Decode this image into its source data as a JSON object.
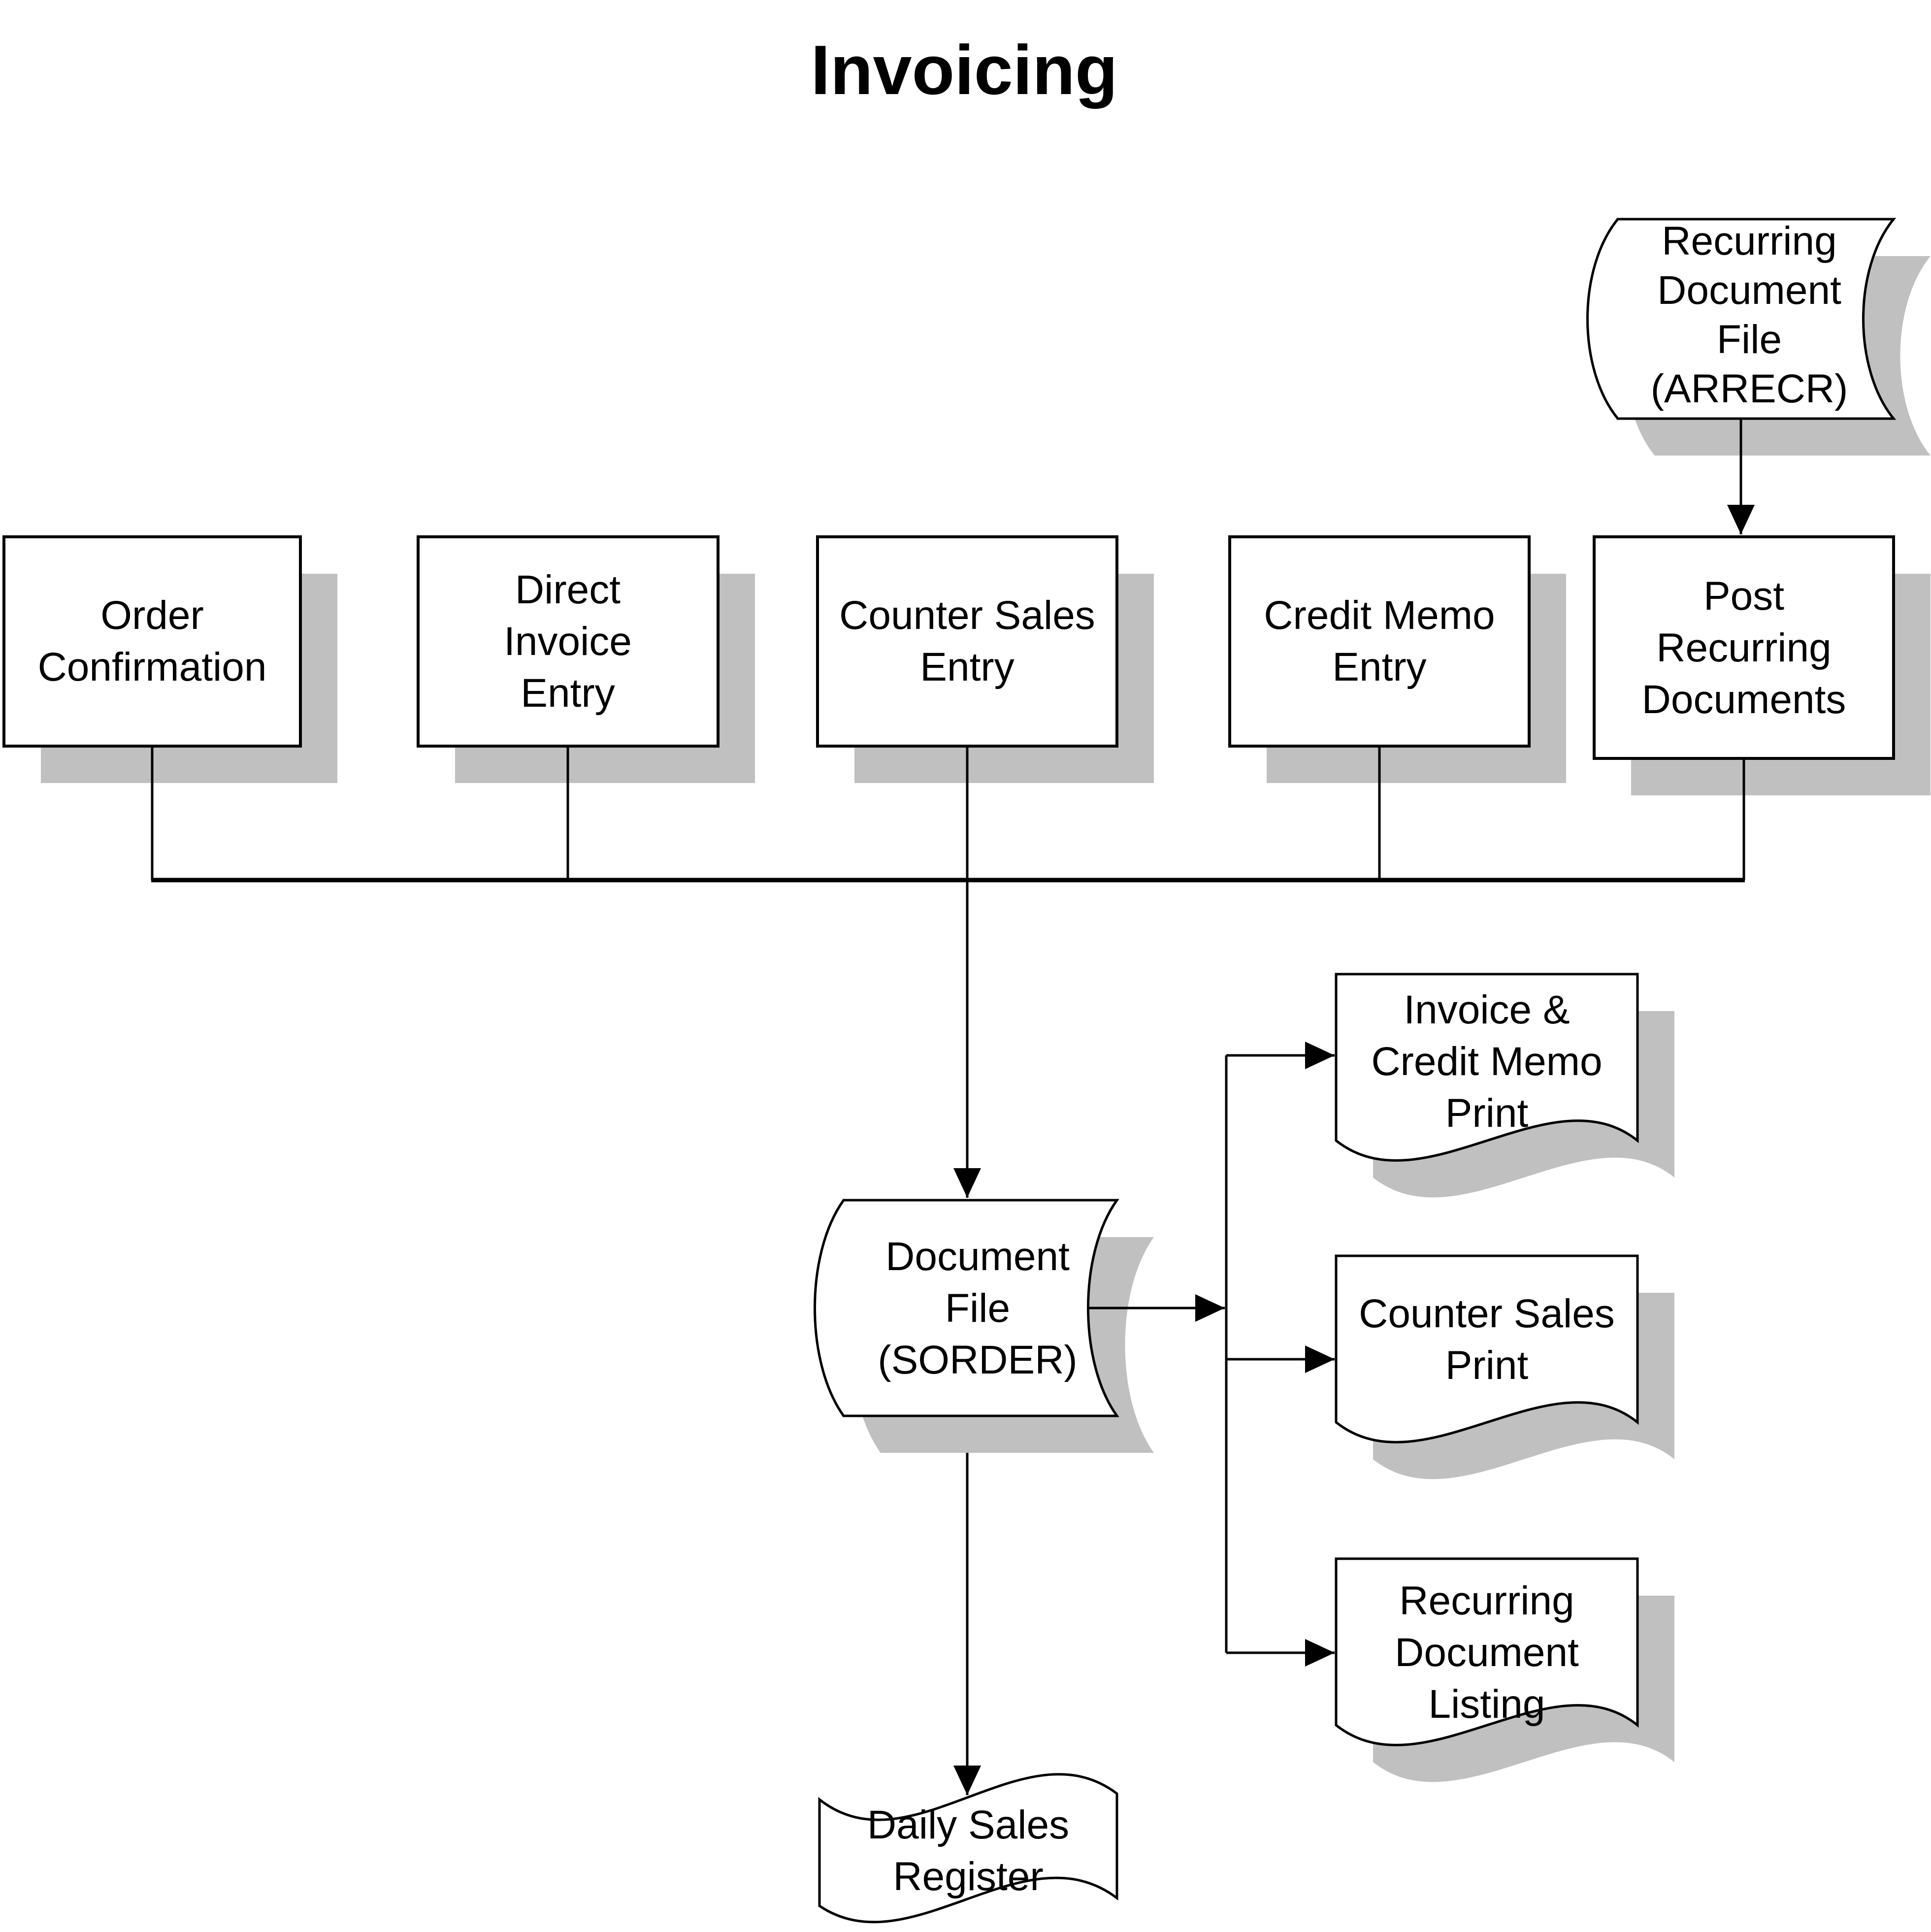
{
  "title": "Invoicing",
  "nodes": {
    "arrecr": {
      "label": "Recurring\nDocument\nFile\n(ARRECR)",
      "shape": "stored-data"
    },
    "order_confirmation": {
      "label": "Order\nConfirmation",
      "shape": "process"
    },
    "direct_invoice_entry": {
      "label": "Direct\nInvoice\nEntry",
      "shape": "process"
    },
    "counter_sales_entry": {
      "label": "Counter Sales\nEntry",
      "shape": "process"
    },
    "credit_memo_entry": {
      "label": "Credit Memo\nEntry",
      "shape": "process"
    },
    "post_recurring_documents": {
      "label": "Post\nRecurring\nDocuments",
      "shape": "process"
    },
    "sorder": {
      "label": "Document\nFile\n(SORDER)",
      "shape": "stored-data"
    },
    "invoice_credit_memo_print": {
      "label": "Invoice &\nCredit Memo\nPrint",
      "shape": "document"
    },
    "counter_sales_print": {
      "label": "Counter Sales\nPrint",
      "shape": "document"
    },
    "recurring_document_listing": {
      "label": "Recurring\nDocument\nListing",
      "shape": "document"
    },
    "daily_sales_register": {
      "label": "Daily Sales\nRegister",
      "shape": "wavy-document"
    }
  },
  "colors": {
    "line": "#000000",
    "fill": "#ffffff",
    "shadow": "#c0c0c0",
    "text": "#000000"
  }
}
